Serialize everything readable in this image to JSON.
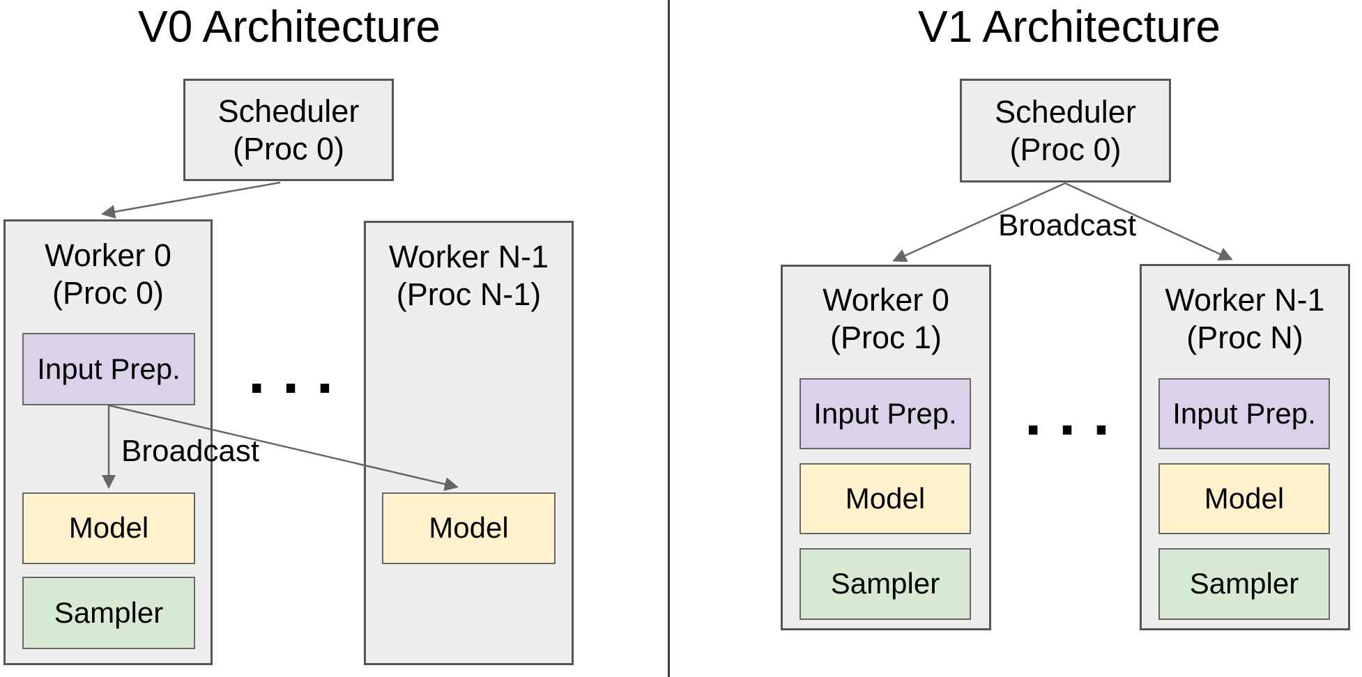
{
  "colors": {
    "canvas_bg": "#ffffff",
    "container_fill": "#eeeeee",
    "container_border": "#555555",
    "inner_border": "#666666",
    "input_prep_fill": "#d9d2e9",
    "model_fill": "#fff2cc",
    "sampler_fill": "#d9ead3",
    "arrow": "#666666",
    "divider": "#3c3c3c",
    "text": "#000000"
  },
  "v0": {
    "title": "V0 Architecture",
    "scheduler": {
      "name": "Scheduler",
      "proc": "(Proc 0)"
    },
    "broadcast_label": "Broadcast",
    "ellipsis": ". . .",
    "worker0": {
      "name": "Worker 0",
      "proc": "(Proc 0)",
      "input_prep": "Input Prep.",
      "model": "Model",
      "sampler": "Sampler"
    },
    "worker_n1": {
      "name": "Worker N-1",
      "proc": "(Proc N-1)",
      "model": "Model"
    }
  },
  "v1": {
    "title": "V1 Architecture",
    "scheduler": {
      "name": "Scheduler",
      "proc": "(Proc 0)"
    },
    "broadcast_label": "Broadcast",
    "ellipsis": ". . .",
    "worker0": {
      "name": "Worker 0",
      "proc": "(Proc 1)",
      "input_prep": "Input Prep.",
      "model": "Model",
      "sampler": "Sampler"
    },
    "worker_n1": {
      "name": "Worker N-1",
      "proc": "(Proc N)",
      "input_prep": "Input Prep.",
      "model": "Model",
      "sampler": "Sampler"
    }
  }
}
